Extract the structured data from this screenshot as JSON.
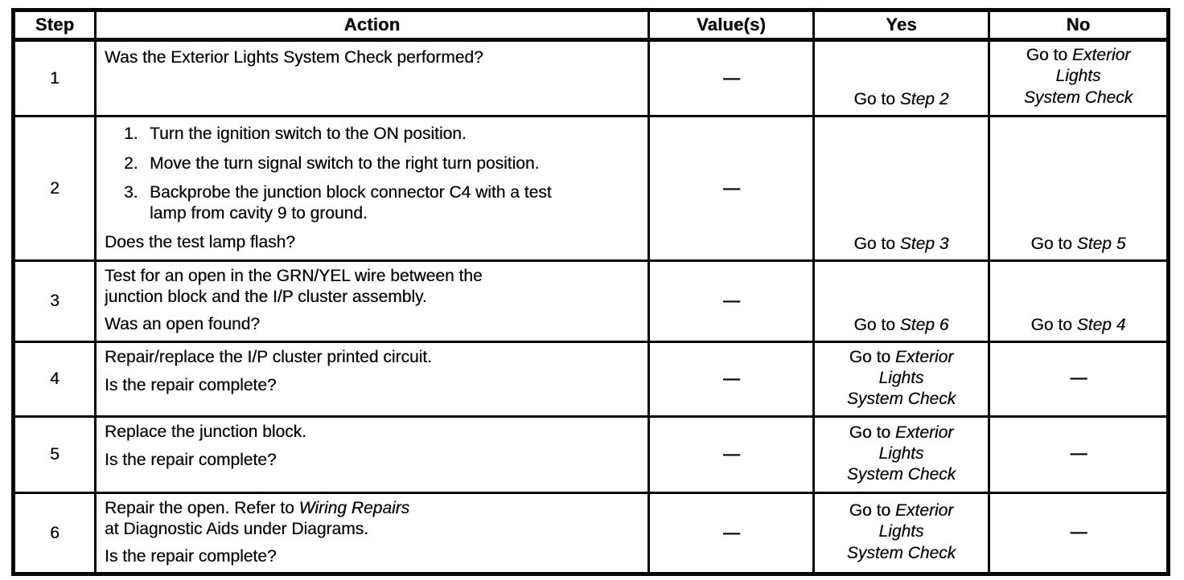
{
  "headers": {
    "step": "Step",
    "action": "Action",
    "values": "Value(s)",
    "yes": "Yes",
    "no": "No"
  },
  "rows": [
    {
      "step": "1",
      "action": {
        "question": "Was the Exterior Lights System Check performed?"
      },
      "value": "—",
      "yes": {
        "prefix": "Go to ",
        "ref": "Step 2"
      },
      "no": {
        "prefix": "Go to ",
        "ref1": "Exterior",
        "ref2": "Lights",
        "ref3": "System Check"
      }
    },
    {
      "step": "2",
      "action": {
        "items": [
          {
            "num": "1.",
            "text": "Turn the ignition switch to the ON position."
          },
          {
            "num": "2.",
            "text": "Move the turn signal switch to the right turn position."
          },
          {
            "num": "3.",
            "text": "Backprobe the junction block connector C4 with a test",
            "text2": "lamp from cavity 9 to ground."
          }
        ],
        "question": "Does the test lamp flash?"
      },
      "value": "—",
      "yes": {
        "prefix": "Go to ",
        "ref": "Step 3"
      },
      "no": {
        "prefix": "Go to ",
        "ref": "Step 5"
      }
    },
    {
      "step": "3",
      "action": {
        "line1": "Test for an open in the GRN/YEL wire between the",
        "line2": "junction block and the I/P cluster assembly.",
        "question": "Was an open found?"
      },
      "value": "—",
      "yes": {
        "prefix": "Go to ",
        "ref": "Step 6"
      },
      "no": {
        "prefix": "Go to ",
        "ref": "Step 4"
      }
    },
    {
      "step": "4",
      "action": {
        "line1": "Repair/replace the I/P cluster printed circuit.",
        "question": "Is the repair complete?"
      },
      "value": "—",
      "yes": {
        "prefix": "Go to ",
        "ref1": "Exterior",
        "ref2": "Lights",
        "ref3": "System Check"
      },
      "no_dash": "—"
    },
    {
      "step": "5",
      "action": {
        "line1": "Replace the junction block.",
        "question": "Is the repair complete?"
      },
      "value": "—",
      "yes": {
        "prefix": "Go to ",
        "ref1": "Exterior",
        "ref2": "Lights",
        "ref3": "System Check"
      },
      "no_dash": "—"
    },
    {
      "step": "6",
      "action": {
        "line1_prefix": "Repair the open. Refer to ",
        "line1_ref": "Wiring Repairs",
        "line2": "at Diagnostic Aids under Diagrams.",
        "question": "Is the repair complete?"
      },
      "value": "—",
      "yes": {
        "prefix": "Go to ",
        "ref1": "Exterior",
        "ref2": "Lights",
        "ref3": "System Check"
      },
      "no_dash": "—"
    }
  ]
}
